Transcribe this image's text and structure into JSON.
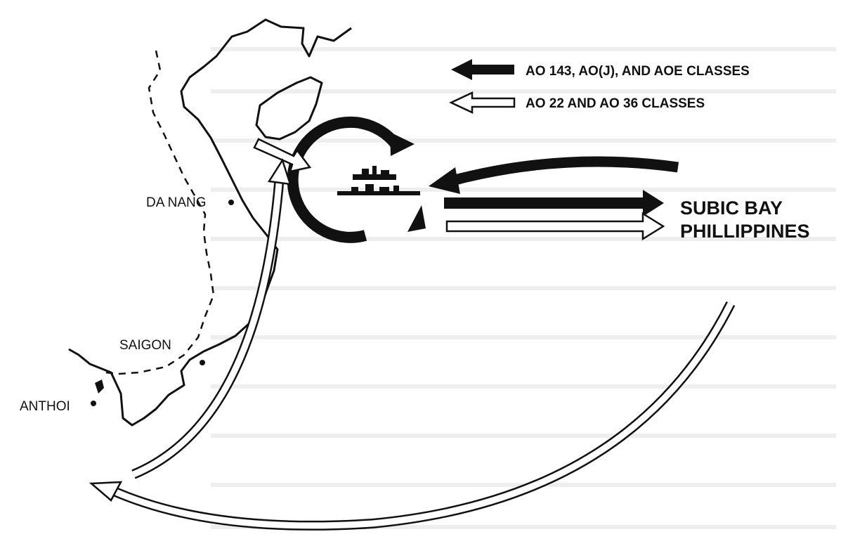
{
  "legend": {
    "items": [
      {
        "label": "AO 143, AO(J), AND AOE CLASSES",
        "style": "solid-black-arrow"
      },
      {
        "label": "AO 22 AND AO 36 CLASSES",
        "style": "hollow-white-arrow"
      }
    ]
  },
  "cities": [
    {
      "name": "DA NANG"
    },
    {
      "name": "SAIGON"
    },
    {
      "name": "ANTHOI"
    }
  ],
  "destination": {
    "line1": "SUBIC BAY",
    "line2": "PHILLIPPINES"
  },
  "icons": [
    "ship-icon",
    "circular-route-arrow"
  ],
  "colors": {
    "ink": "#111111",
    "background": "#ffffff",
    "faint_bleedthrough": "#e8e8e8"
  }
}
